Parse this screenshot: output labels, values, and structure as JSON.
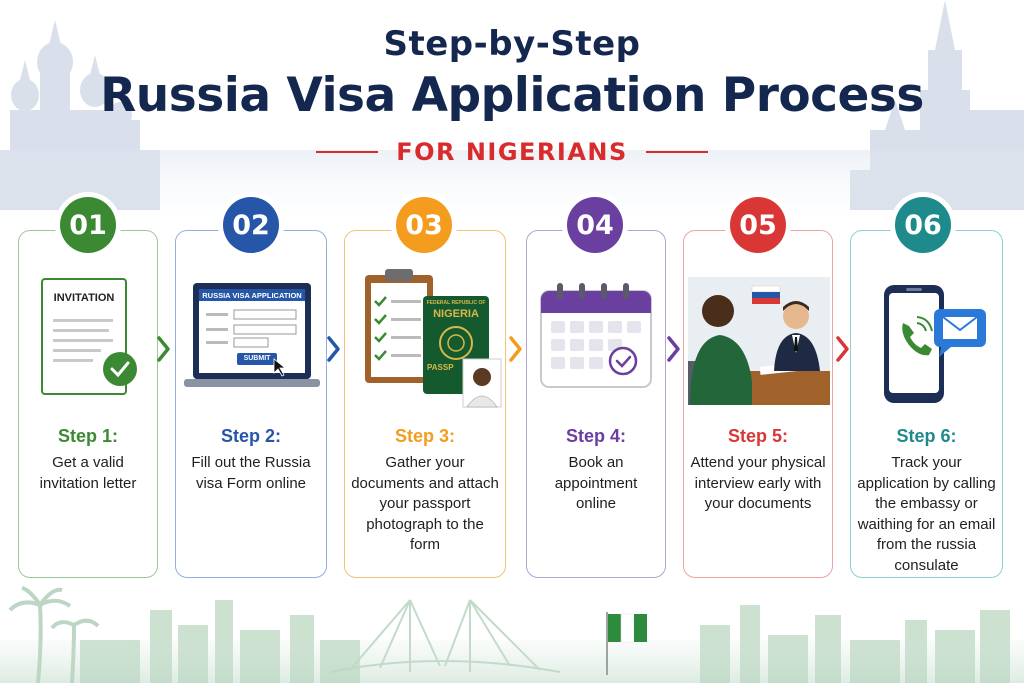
{
  "header": {
    "subtitle": "Step-by-Step",
    "title": "Russia Visa Application Process",
    "tagline": "FOR NIGERIANS"
  },
  "colors": {
    "navy": "#14274e",
    "red": "#d92b2b",
    "step1": "#3b8a33",
    "step2": "#2556a8",
    "step3": "#f39c1e",
    "step4": "#6a3fa0",
    "step5": "#d93636",
    "step6": "#1f8a8c"
  },
  "steps": [
    {
      "number": "01",
      "title": "Step 1:",
      "description": "Get a valid invitation letter",
      "illustration": {
        "icon": "invitation-letter-icon",
        "label": "INVITATION"
      }
    },
    {
      "number": "02",
      "title": "Step 2:",
      "description": "Fill out the Russia visa Form online",
      "illustration": {
        "icon": "laptop-form-icon",
        "label": "RUSSIA VISA APPLICATION",
        "button": "SUBMIT"
      }
    },
    {
      "number": "03",
      "title": "Step 3:",
      "description": "Gather your documents and attach your passport photograph to the form",
      "illustration": {
        "icon": "passport-documents-icon",
        "label_top": "FEDERAL REPUBLIC OF",
        "label": "NIGERIA",
        "label_bottom": "PASSP"
      }
    },
    {
      "number": "04",
      "title": "Step 4:",
      "description": "Book an appointment online",
      "illustration": {
        "icon": "calendar-icon"
      }
    },
    {
      "number": "05",
      "title": "Step 5:",
      "description": "Attend your physical interview early with your documents",
      "illustration": {
        "icon": "interview-icon"
      }
    },
    {
      "number": "06",
      "title": "Step 6:",
      "description": "Track your application by calling the embassy or waithing for an email from the russia consulate",
      "illustration": {
        "icon": "phone-email-icon"
      }
    }
  ]
}
